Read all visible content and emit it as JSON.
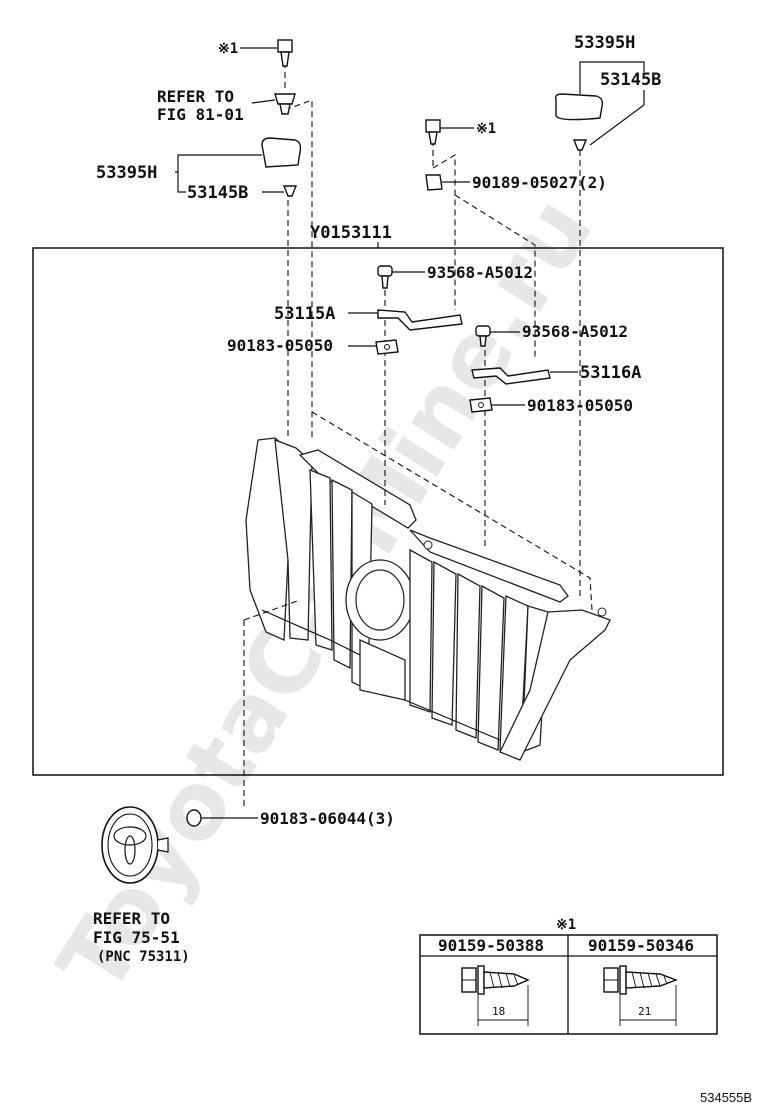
{
  "watermark": "ToyotaCarMine.ru",
  "assembly_label": "Y0153111",
  "diagram_id": "534555B",
  "labels": {
    "note1_top_left": "※1",
    "note1_top_mid": "※1",
    "refer_fig_81_line1": "REFER TO",
    "refer_fig_81_line2": "FIG 81-01",
    "p53395H_left": "53395H",
    "p53145B_left": "53145B",
    "p53395H_right": "53395H",
    "p53145B_right": "53145B",
    "p90189": "90189-05027(2)",
    "p93568_a": "93568-A5012",
    "p53115A": "53115A",
    "p90183_05050_a": "90183-05050",
    "p93568_b": "93568-A5012",
    "p53116A": "53116A",
    "p90183_05050_b": "90183-05050",
    "p90183_06044": "90183-06044(3)",
    "refer_fig_75_line1": "REFER TO",
    "refer_fig_75_line2": "FIG 75-51",
    "refer_fig_75_line3": "(PNC 75311)"
  },
  "screw_table": {
    "note": "※1",
    "columns": [
      {
        "part": "90159-50388",
        "length": "18"
      },
      {
        "part": "90159-50346",
        "length": "21"
      }
    ]
  }
}
